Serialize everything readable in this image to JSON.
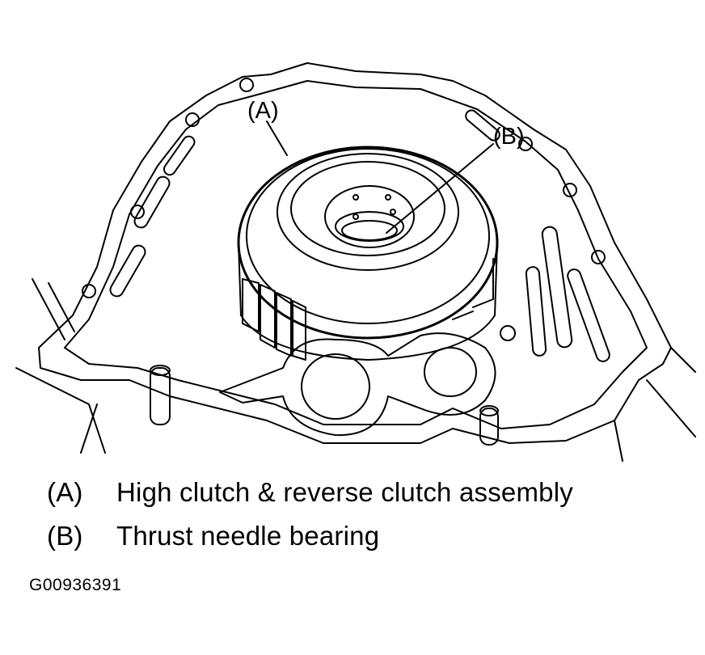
{
  "diagram": {
    "callouts": {
      "a": "(A)",
      "b": "(B)"
    }
  },
  "legend": [
    {
      "key": "(A)",
      "text": "High clutch & reverse clutch assembly"
    },
    {
      "key": "(B)",
      "text": "Thrust needle bearing"
    }
  ],
  "figure_id": "G00936391"
}
